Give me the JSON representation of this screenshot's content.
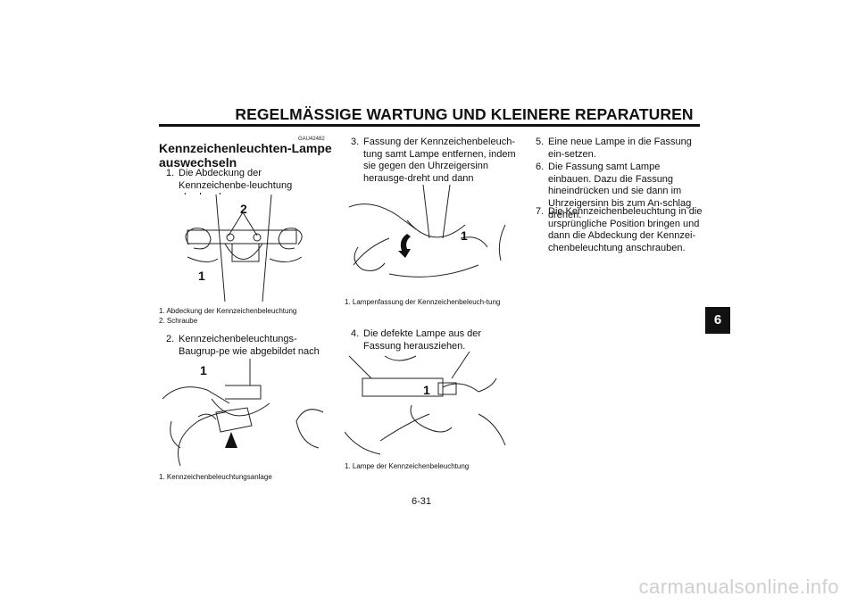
{
  "header": {
    "title": "REGELMÄSSIGE WARTUNG UND KLEINERE REPARATUREN",
    "chapter_tab": "6"
  },
  "section": {
    "code": "GAU42482",
    "title_line1": "Kennzeichenleuchten-Lampe",
    "title_line2": "auswechseln"
  },
  "steps": [
    {
      "num": "1.",
      "text": "Die Abdeckung der Kennzeichenbe-leuchtung abschrauben."
    },
    {
      "num": "2.",
      "text": "Kennzeichenbeleuchtungs-Baugrup-pe wie abgebildet nach oben ziehen."
    },
    {
      "num": "3.",
      "text": "Fassung der Kennzeichenbeleuch-tung samt Lampe entfernen, indem sie gegen den Uhrzeigersinn herausge-dreht und dann herausgezogen wird."
    },
    {
      "num": "4.",
      "text": "Die defekte Lampe aus der Fassung herausziehen."
    },
    {
      "num": "5.",
      "text": "Eine neue Lampe in die Fassung ein-setzen."
    },
    {
      "num": "6.",
      "text": "Die Fassung samt Lampe einbauen. Dazu die Fassung hineindrücken und sie dann im Uhrzeigersinn bis zum An-schlag drehen."
    },
    {
      "num": "7.",
      "text": "Die Kennzeichenbeleuchtung in die ursprüngliche Position bringen und dann die Abdeckung der Kennzei-chenbeleuchtung anschrauben."
    }
  ],
  "figures": [
    {
      "callouts": [
        "1",
        "2"
      ],
      "captions": [
        "1. Abdeckung der Kennzeichenbeleuchtung",
        "2. Schraube"
      ]
    },
    {
      "callouts": [
        "1"
      ],
      "captions": [
        "1. Kennzeichenbeleuchtungsanlage"
      ]
    },
    {
      "callouts": [
        "1"
      ],
      "captions": [
        "1. Lampenfassung der Kennzeichenbeleuch-tung"
      ]
    },
    {
      "callouts": [
        "1"
      ],
      "captions": [
        "1. Lampe der Kennzeichenbeleuchtung"
      ]
    }
  ],
  "footer": {
    "page_number": "6-31",
    "watermark": "carmanualsonline.info"
  }
}
